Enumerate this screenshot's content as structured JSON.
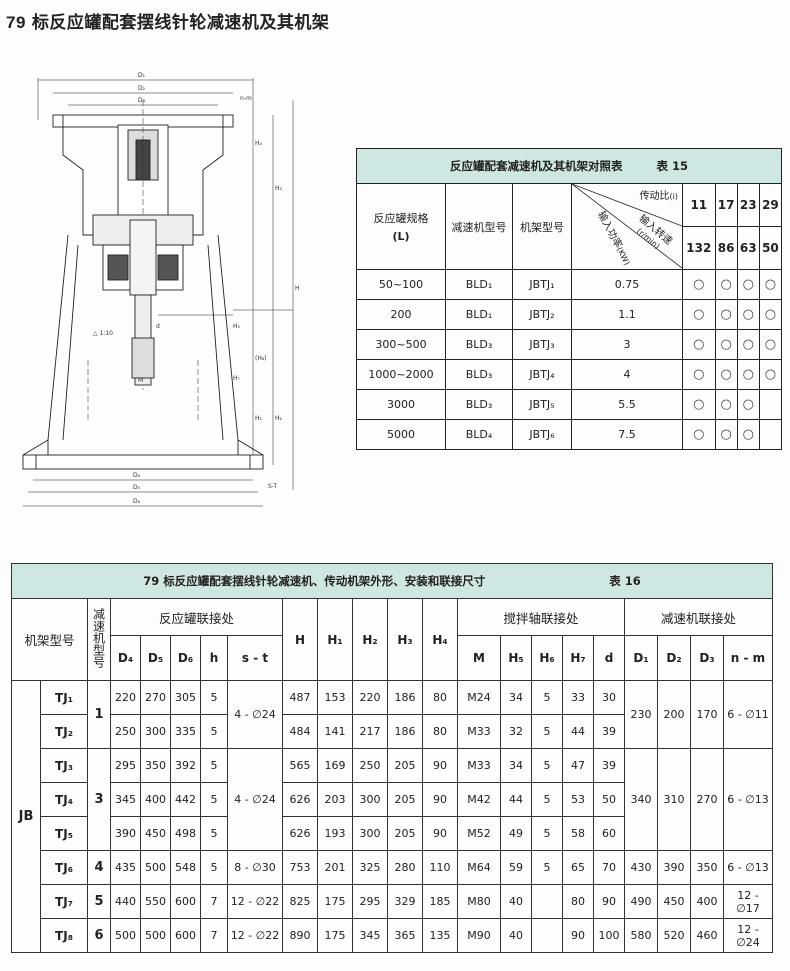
{
  "page": {
    "number": "79",
    "title": "标反应罐配套摆线针轮减速机及其机架"
  },
  "drawing_labels": {
    "D1": "D₁",
    "D2": "D₂",
    "D3": "D₃",
    "nm": "n-m",
    "H4": "H₄",
    "H3": "H₃",
    "H": "H",
    "H6": "(H₆)",
    "H5": "H₅",
    "H7": "H₇",
    "d": "d",
    "taper": "△ 1:10",
    "H1": "H₁",
    "H2": "H₂",
    "D4": "D₄",
    "D5": "D₅",
    "D6": "D₆",
    "st": "S-T",
    "M": "M"
  },
  "table15": {
    "title": "反应罐配套减速机及其机架对照表",
    "table_no": "表 15",
    "headers": {
      "volume": "反应罐规格",
      "volume_unit": "(L)",
      "reducer": "减速机型号",
      "frame": "机架型号",
      "ratio": "传动比",
      "ratio_unit": "(i)",
      "speed": "输入转速",
      "speed_unit": "(r/min)",
      "power": "输入功率",
      "power_unit": "(KW)"
    },
    "ratios": [
      "11",
      "17",
      "23",
      "29"
    ],
    "speeds": [
      "132",
      "86",
      "63",
      "50"
    ],
    "rows": [
      {
        "volume": "50~100",
        "reducer": "BLD₁",
        "frame": "JBTJ₁",
        "power": "0.75",
        "marks": [
          "○",
          "○",
          "○",
          "○"
        ]
      },
      {
        "volume": "200",
        "reducer": "BLD₁",
        "frame": "JBTJ₂",
        "power": "1.1",
        "marks": [
          "○",
          "○",
          "○",
          "○"
        ]
      },
      {
        "volume": "300~500",
        "reducer": "BLD₃",
        "frame": "JBTJ₃",
        "power": "3",
        "marks": [
          "○",
          "○",
          "○",
          "○"
        ]
      },
      {
        "volume": "1000~2000",
        "reducer": "BLD₃",
        "frame": "JBTJ₄",
        "power": "4",
        "marks": [
          "○",
          "○",
          "○",
          "○"
        ]
      },
      {
        "volume": "3000",
        "reducer": "BLD₃",
        "frame": "JBTJ₅",
        "power": "5.5",
        "marks": [
          "○",
          "○",
          "○",
          ""
        ]
      },
      {
        "volume": "5000",
        "reducer": "BLD₄",
        "frame": "JBTJ₆",
        "power": "7.5",
        "marks": [
          "○",
          "○",
          "○",
          ""
        ]
      }
    ]
  },
  "table16": {
    "title": "79 标反应罐配套摆线针轮减速机、传动机架外形、安装和联接尺寸",
    "table_no": "表 16",
    "groups": {
      "frame_no": "机架型号",
      "reducer_no": "减速机型号",
      "tank": "反应罐联接处",
      "shaft": "搅拌轴联接处",
      "reducer": "减速机联接处"
    },
    "columns": {
      "D4": "D₄",
      "D5": "D₅",
      "D6": "D₆",
      "h": "h",
      "st": "s - t",
      "H": "H",
      "H1": "H₁",
      "H2": "H₂",
      "H3": "H₃",
      "H4": "H₄",
      "M": "M",
      "H5": "H₅",
      "H6": "H₆",
      "H7": "H₇",
      "d": "d",
      "D1": "D₁",
      "D2": "D₂",
      "D3": "D₃",
      "nm": "n - m"
    },
    "series": "JB",
    "reducer_groups": [
      "1",
      "3",
      "4",
      "5",
      "6"
    ],
    "st_values": [
      "4 - ∅24",
      "4 - ∅24",
      "8 - ∅30",
      "12 - ∅22",
      "12 - ∅22"
    ],
    "rows": [
      {
        "model": "TJ₁",
        "D4": "220",
        "D5": "270",
        "D6": "305",
        "h": "5",
        "H": "487",
        "H1": "153",
        "H2": "220",
        "H3": "186",
        "H4": "80",
        "M": "M24",
        "H5": "34",
        "H6": "5",
        "H7": "33",
        "d": "30"
      },
      {
        "model": "TJ₂",
        "D4": "250",
        "D5": "300",
        "D6": "335",
        "h": "5",
        "H": "484",
        "H1": "141",
        "H2": "217",
        "H3": "186",
        "H4": "80",
        "M": "M33",
        "H5": "32",
        "H6": "5",
        "H7": "44",
        "d": "39"
      },
      {
        "model": "TJ₃",
        "D4": "295",
        "D5": "350",
        "D6": "392",
        "h": "5",
        "H": "565",
        "H1": "169",
        "H2": "250",
        "H3": "205",
        "H4": "90",
        "M": "M33",
        "H5": "34",
        "H6": "5",
        "H7": "47",
        "d": "39"
      },
      {
        "model": "TJ₄",
        "D4": "345",
        "D5": "400",
        "D6": "442",
        "h": "5",
        "H": "626",
        "H1": "203",
        "H2": "300",
        "H3": "205",
        "H4": "90",
        "M": "M42",
        "H5": "44",
        "H6": "5",
        "H7": "53",
        "d": "50"
      },
      {
        "model": "TJ₅",
        "D4": "390",
        "D5": "450",
        "D6": "498",
        "h": "5",
        "H": "626",
        "H1": "193",
        "H2": "300",
        "H3": "205",
        "H4": "90",
        "M": "M52",
        "H5": "49",
        "H6": "5",
        "H7": "58",
        "d": "60"
      },
      {
        "model": "TJ₆",
        "D4": "435",
        "D5": "500",
        "D6": "548",
        "h": "5",
        "H": "753",
        "H1": "201",
        "H2": "325",
        "H3": "280",
        "H4": "110",
        "M": "M64",
        "H5": "59",
        "H6": "5",
        "H7": "65",
        "d": "70"
      },
      {
        "model": "TJ₇",
        "D4": "440",
        "D5": "550",
        "D6": "600",
        "h": "7",
        "H": "825",
        "H1": "175",
        "H2": "295",
        "H3": "329",
        "H4": "185",
        "M": "M80",
        "H5": "40",
        "H6": "",
        "H7": "80",
        "d": "90"
      },
      {
        "model": "TJ₈",
        "D4": "500",
        "D5": "500",
        "D6": "600",
        "h": "7",
        "H": "890",
        "H1": "175",
        "H2": "345",
        "H3": "365",
        "H4": "135",
        "M": "M90",
        "H5": "40",
        "H6": "",
        "H7": "90",
        "d": "100"
      }
    ],
    "reducer_dims": [
      {
        "D1": "230",
        "D2": "200",
        "D3": "170",
        "nm": "6 - ∅11"
      },
      {
        "D1": "340",
        "D2": "310",
        "D3": "270",
        "nm": "6 - ∅13"
      },
      {
        "D1": "430",
        "D2": "390",
        "D3": "350",
        "nm": "6 - ∅13"
      },
      {
        "D1": "490",
        "D2": "450",
        "D3": "400",
        "nm": "12 - ∅17"
      },
      {
        "D1": "580",
        "D2": "520",
        "D3": "460",
        "nm": "12 - ∅24"
      }
    ]
  }
}
